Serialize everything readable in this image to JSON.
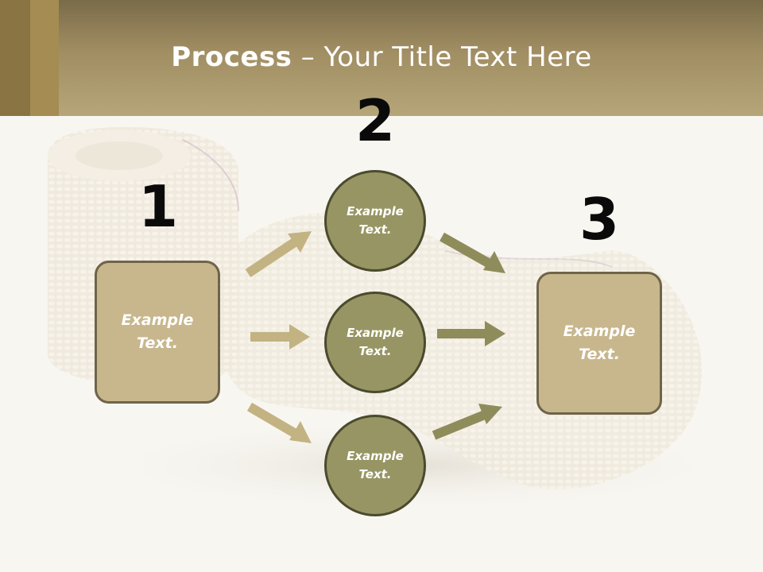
{
  "title": {
    "bold": "Process",
    "rest": " – Your Title Text Here"
  },
  "steps": {
    "one": "1",
    "two": "2",
    "three": "3"
  },
  "left_box": {
    "text": "Example\nText."
  },
  "right_box": {
    "text": "Example\nText."
  },
  "circles": [
    {
      "text": "Example\nText."
    },
    {
      "text": "Example\nText."
    },
    {
      "text": "Example\nText."
    }
  ],
  "colors": {
    "header": "#b5a679",
    "box_fill": "#c8b78d",
    "circle_fill": "#979563",
    "arrow_tan": "#c3b382",
    "arrow_olive": "#8f8c5c"
  }
}
